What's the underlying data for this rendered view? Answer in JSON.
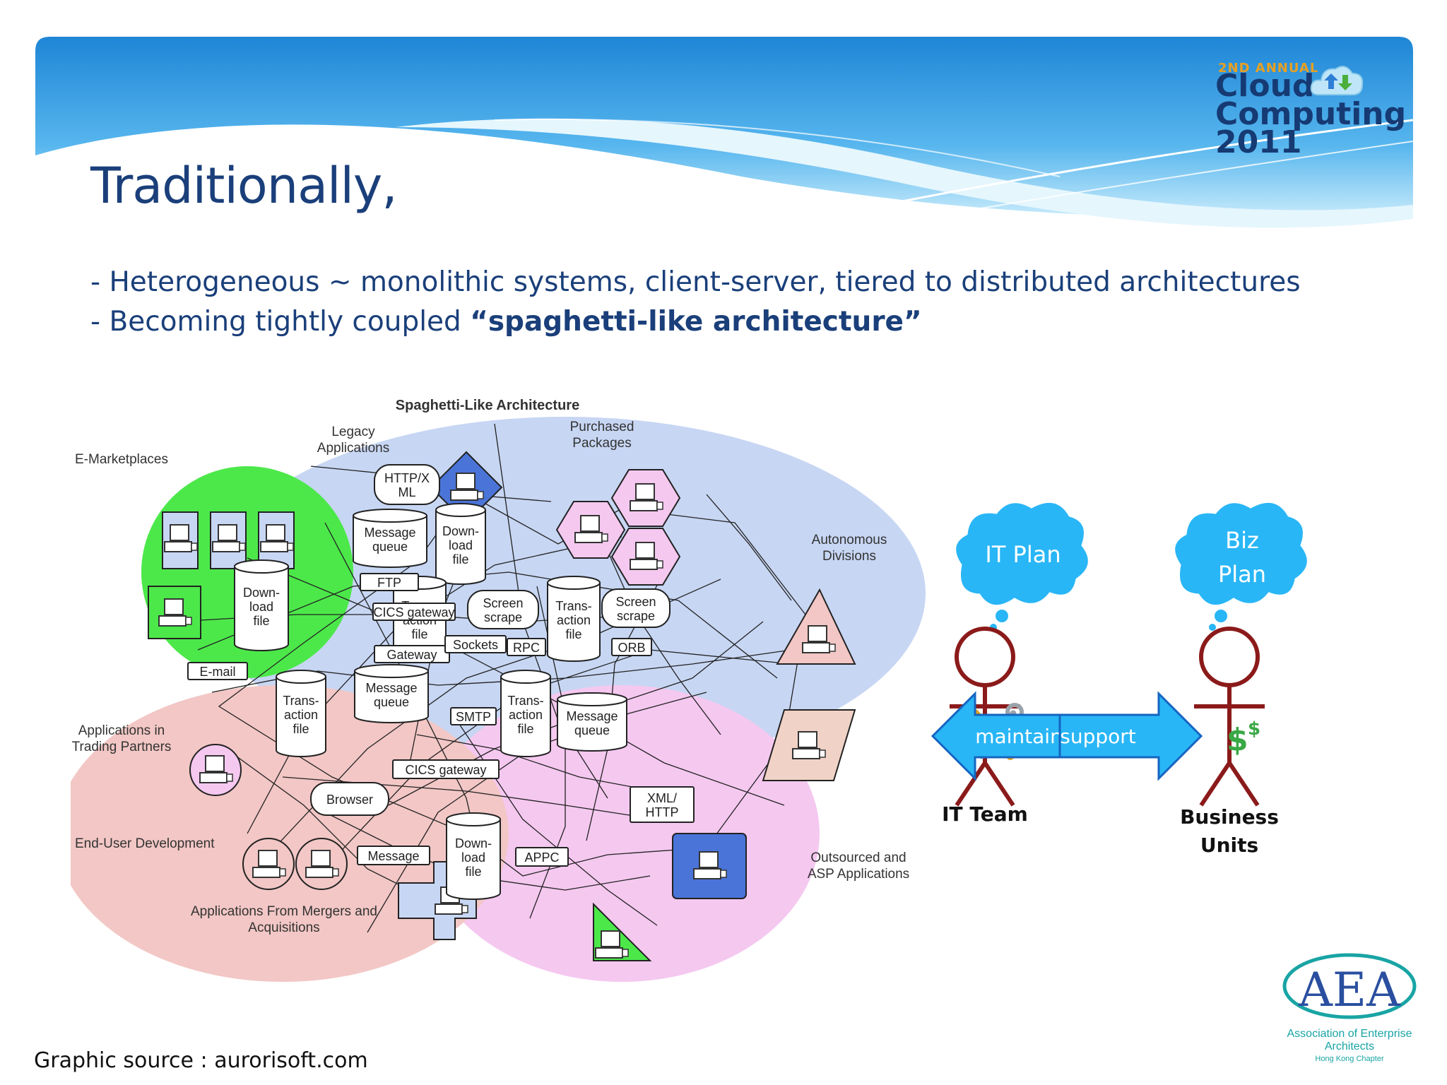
{
  "header": {
    "logo": {
      "annual": "2ND ANNUAL",
      "line1": "Cloud",
      "line2": "Computing",
      "year": "2011"
    },
    "title": "Traditionally,"
  },
  "bullets": [
    {
      "text": "- Heterogeneous ~ monolithic systems, client-server, tiered to distributed architectures"
    },
    {
      "prefix": "- Becoming tightly coupled ",
      "emphasis": "“spaghetti-like architecture”"
    }
  ],
  "diagram": {
    "title": "Spaghetti-Like Architecture",
    "regions": {
      "legacy": [
        "Legacy",
        "Applications"
      ],
      "purchased": [
        "Purchased",
        "Packages"
      ],
      "emarket": "E-Marketplaces",
      "autonomous": [
        "Autonomous",
        "Divisions"
      ],
      "trading": [
        "Applications in",
        "Trading Partners"
      ],
      "enduser": "End-User Development",
      "mergers": [
        "Applications From Mergers and",
        "Acquisitions"
      ],
      "outsourced": [
        "Outsourced and",
        "ASP Applications"
      ]
    },
    "connectors": {
      "http": [
        "HTTP/X",
        "ML"
      ],
      "ftp": "FTP",
      "cics1": "CICS gateway",
      "gateway": "Gateway",
      "sockets": "Sockets",
      "rpc": "RPC",
      "orb": "ORB",
      "smtp": "SMTP",
      "cics2": "CICS gateway",
      "email": "E-mail",
      "message": "Message",
      "appc": "APPC",
      "xml": [
        "XML/",
        "HTTP"
      ],
      "screen1": [
        "Screen",
        "scrape"
      ],
      "screen2": [
        "Screen",
        "scrape"
      ],
      "browser": "Browser"
    },
    "stores": {
      "mq1": [
        "Message",
        "queue"
      ],
      "dl1": [
        "Down-",
        "load",
        "file"
      ],
      "dl2": [
        "Down-",
        "load",
        "file"
      ],
      "tf1": [
        "Trans-",
        "action",
        "file"
      ],
      "tf2": [
        "Trans-",
        "action",
        "file"
      ],
      "mq2": [
        "Message",
        "queue"
      ],
      "tf3": [
        "Trans-",
        "action",
        "file"
      ],
      "tf4": [
        "Trans-",
        "action",
        "file"
      ],
      "mq3": [
        "Message",
        "queue"
      ],
      "dl3": [
        "Down-",
        "load",
        "file"
      ]
    }
  },
  "actors": {
    "it_plan": "IT Plan",
    "biz_plan": [
      "Biz",
      "Plan"
    ],
    "maintain": "maintain",
    "support": "support",
    "it_team": "IT Team",
    "business_units": [
      "Business",
      "Units"
    ]
  },
  "source": "Graphic source : aurorisoft.com",
  "aea_logo": {
    "mark": "AEA",
    "line1": "Association of Enterprise",
    "line2": "Architects",
    "line3": "Hong Kong Chapter"
  }
}
